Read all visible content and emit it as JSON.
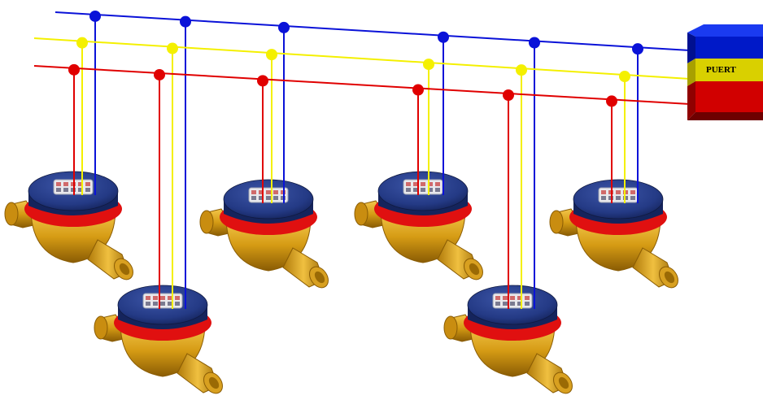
{
  "port": {
    "label": "PUERT",
    "colors": {
      "top": "#0019c8",
      "middle": "#d9d000",
      "bottom": "#d10000",
      "side_top": "#001090",
      "side_middle": "#a8a000",
      "side_bottom": "#900000"
    }
  },
  "bus_lines": [
    {
      "name": "blue-bus-line",
      "color": "#0a12d8"
    },
    {
      "name": "yellow-bus-line",
      "color": "#f4f000"
    },
    {
      "name": "red-bus-line",
      "color": "#e00000"
    }
  ],
  "meter": {
    "body_color": "#d59b14",
    "body_shadow": "#9a6a05",
    "ring_color": "#e01010",
    "cap_color": "#243a85",
    "cap_dark": "#15245c",
    "display_color": "#e8e8ec",
    "count": 6
  }
}
